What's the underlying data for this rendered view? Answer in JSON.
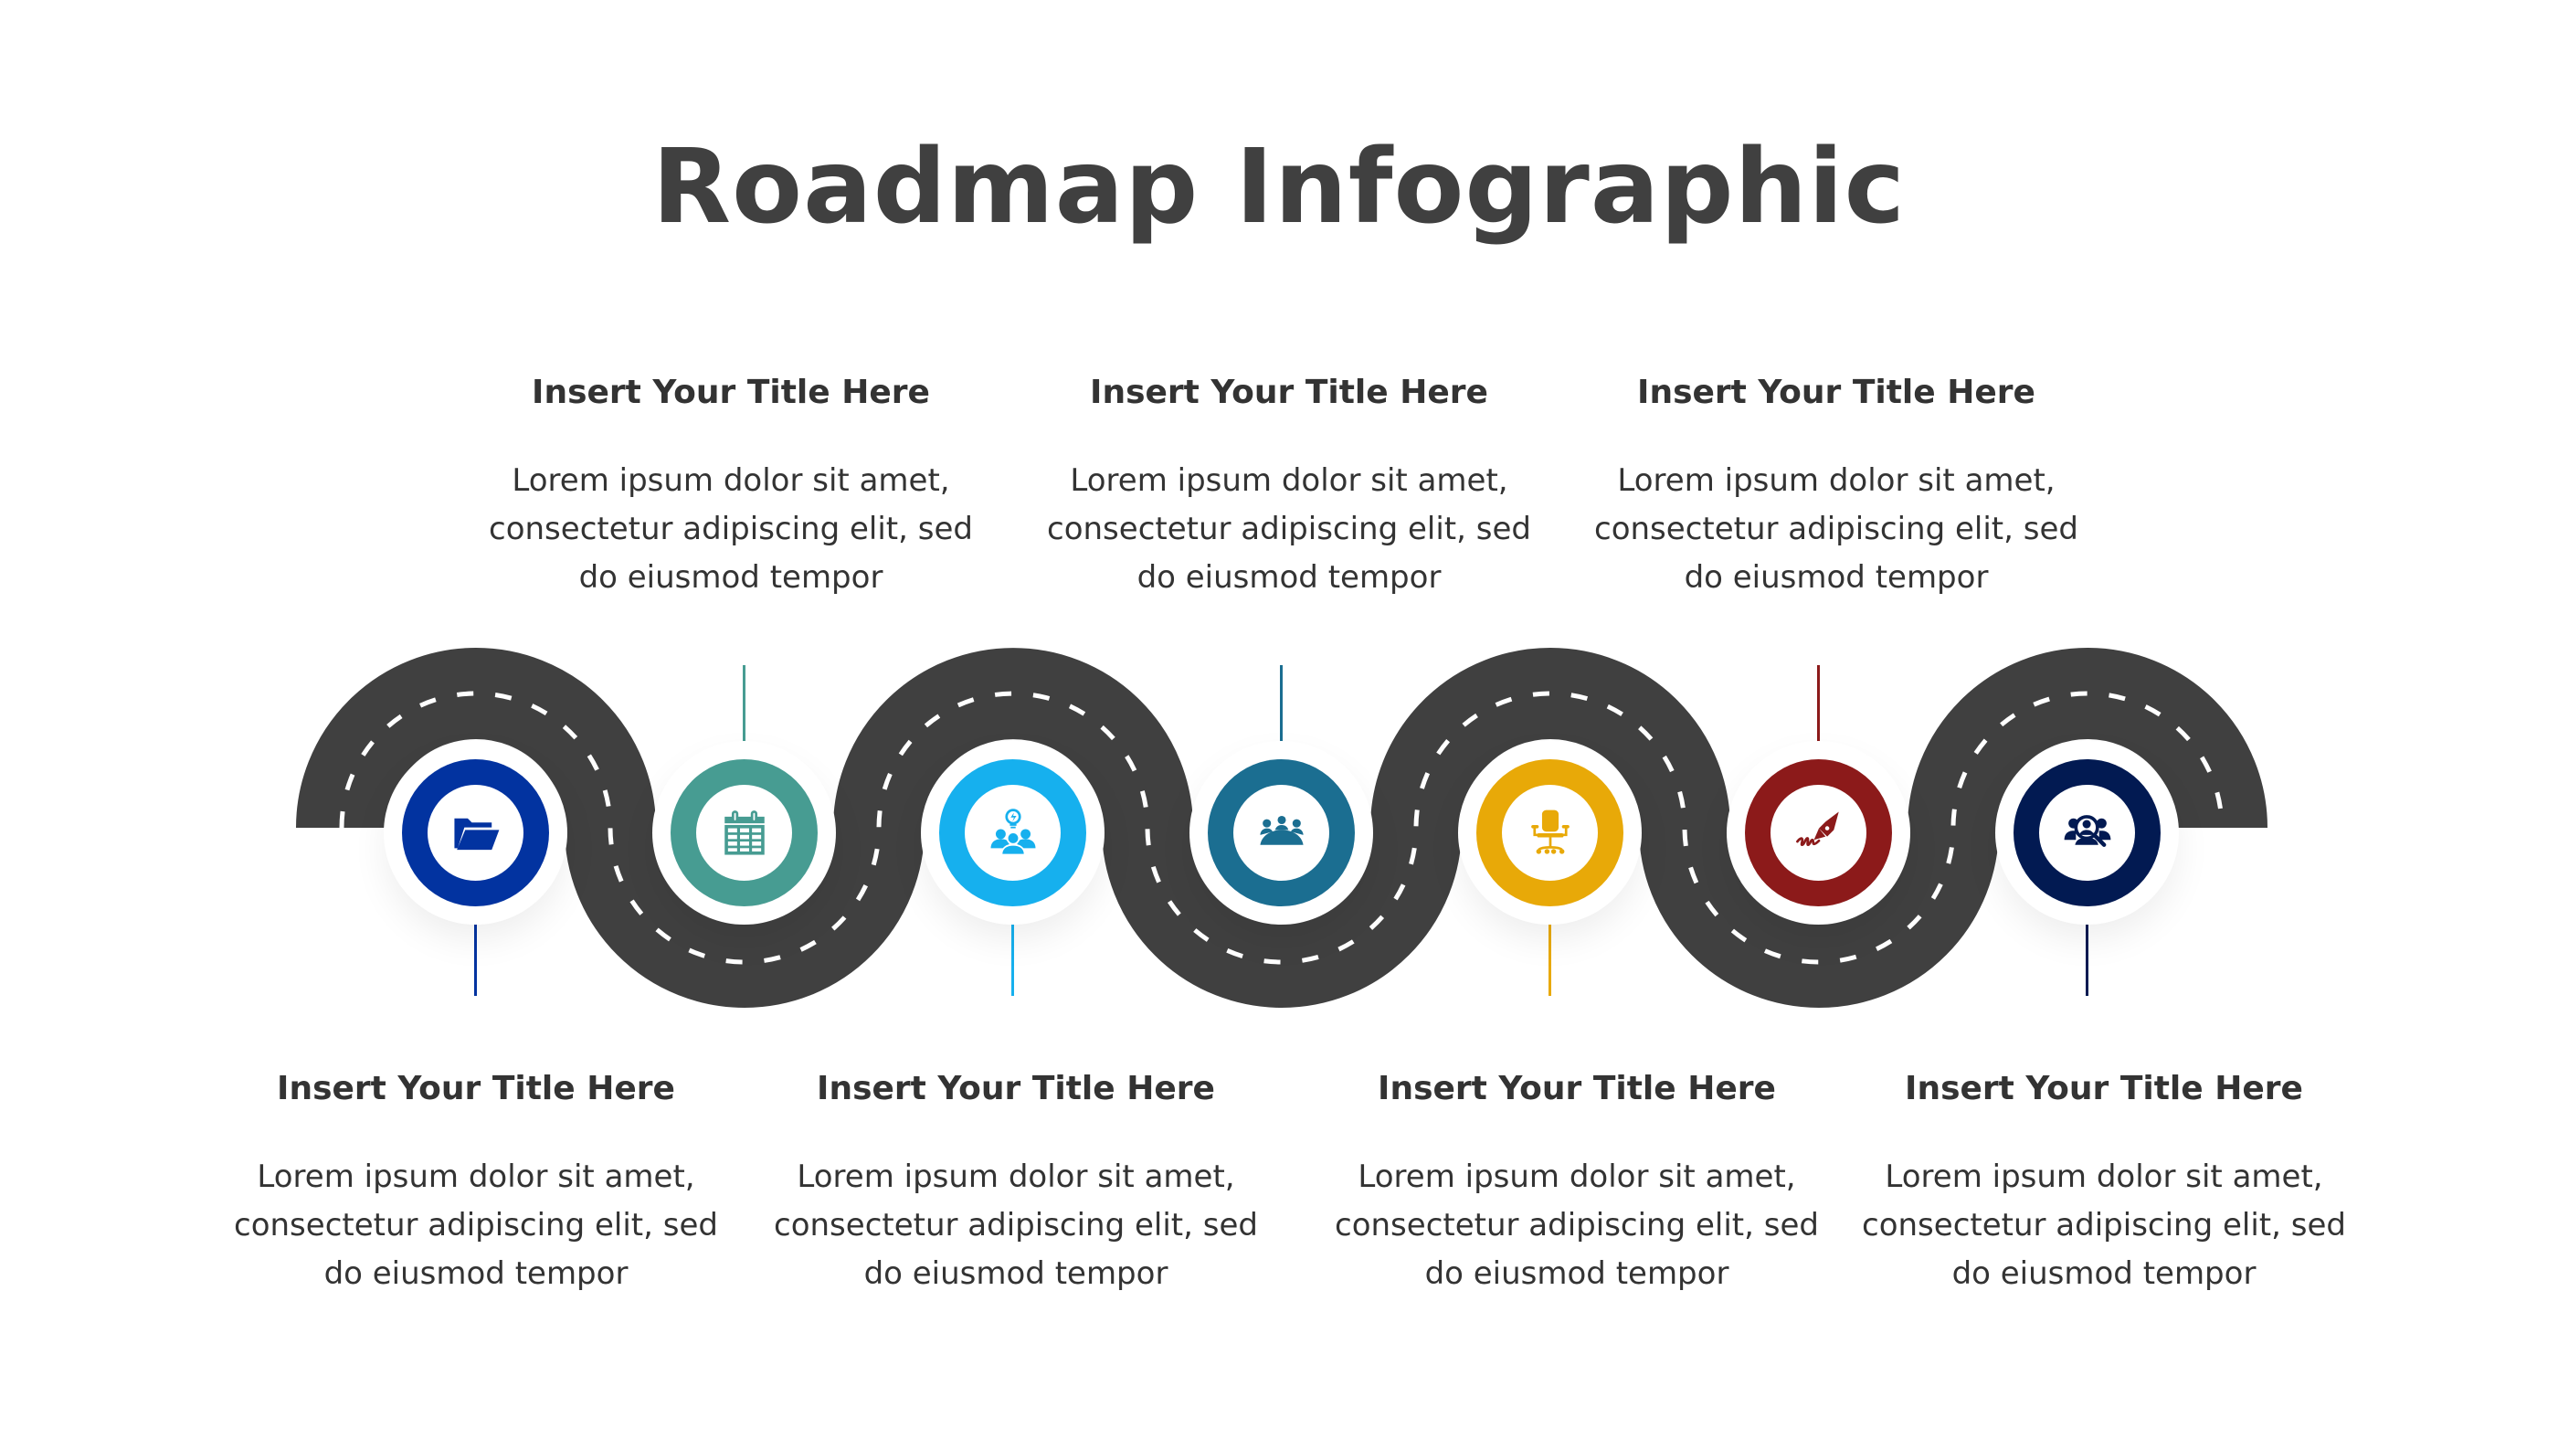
{
  "title": "Roadmap Infographic",
  "colors": {
    "road": "#404040",
    "dash": "#ffffff",
    "text": "#333333"
  },
  "milestones": [
    {
      "position": "bottom",
      "icon": "folder-icon",
      "color": "#0233A0",
      "title": "Insert Your Title Here",
      "body": "Lorem ipsum dolor sit amet, consectetur adipiscing elit, sed do eiusmod tempor"
    },
    {
      "position": "top",
      "icon": "calendar-icon",
      "color": "#479C92",
      "title": "Insert Your Title Here",
      "body": "Lorem ipsum dolor sit amet, consectetur adipiscing elit, sed do eiusmod tempor"
    },
    {
      "position": "bottom",
      "icon": "team-idea-icon",
      "color": "#16B0EE",
      "title": "Insert Your Title Here",
      "body": "Lorem ipsum dolor sit amet, consectetur adipiscing elit, sed do eiusmod tempor"
    },
    {
      "position": "top",
      "icon": "meeting-icon",
      "color": "#1B6E91",
      "title": "Insert Your Title Here",
      "body": "Lorem ipsum dolor sit amet, consectetur adipiscing elit, sed do eiusmod tempor"
    },
    {
      "position": "bottom",
      "icon": "office-chair-icon",
      "color": "#E8A908",
      "title": "Insert Your Title Here",
      "body": "Lorem ipsum dolor sit amet, consectetur adipiscing elit, sed do eiusmod tempor"
    },
    {
      "position": "top",
      "icon": "signature-pen-icon",
      "color": "#8C1A1A",
      "title": "Insert Your Title Here",
      "body": "Lorem ipsum dolor sit amet, consectetur adipiscing elit, sed do eiusmod tempor"
    },
    {
      "position": "bottom",
      "icon": "people-search-icon",
      "color": "#021A52",
      "title": "Insert Your Title Here",
      "body": "Lorem ipsum dolor sit amet, consectetur adipiscing elit, sed do eiusmod tempor"
    }
  ]
}
